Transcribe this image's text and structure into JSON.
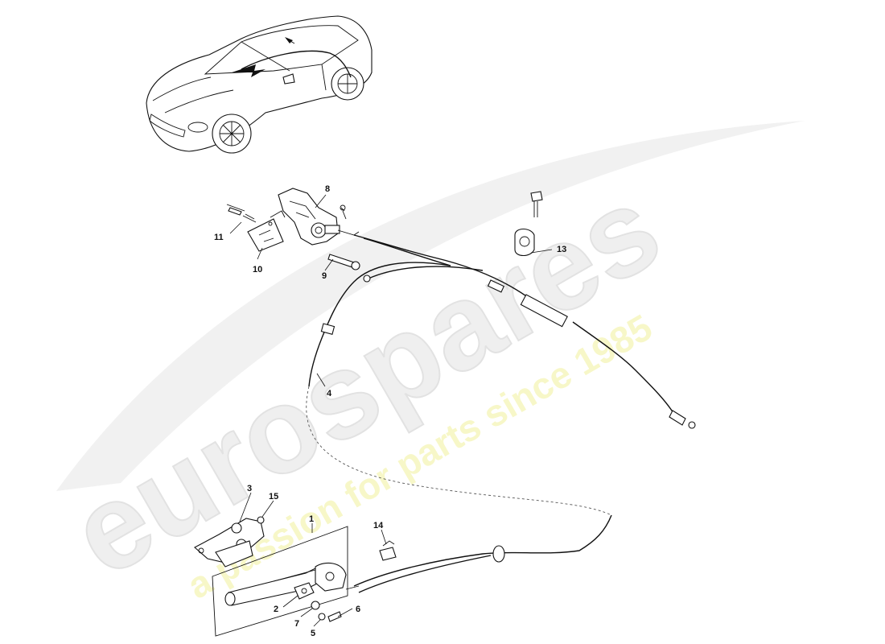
{
  "watermark": {
    "brand": "eurospares",
    "tagline": "a passion for parts since 1985"
  },
  "callouts": {
    "c1": "1",
    "c2": "2",
    "c3": "3",
    "c4": "4",
    "c5": "5",
    "c6": "6",
    "c7": "7",
    "c8": "8",
    "c9": "9",
    "c10": "10",
    "c11": "11",
    "c13": "13",
    "c14": "14",
    "c15": "15"
  }
}
